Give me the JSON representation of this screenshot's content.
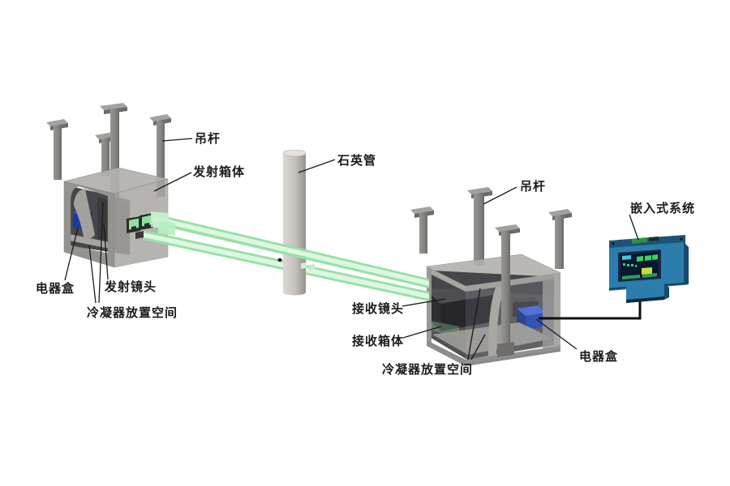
{
  "figure": {
    "kind": "3d-technical-illustration",
    "background": "#ffffff"
  },
  "labels": {
    "hanger_left": "吊杆",
    "transmitter_box": "发射箱体",
    "quartz_tube": "石英管",
    "electrical_box_left": "电器盒",
    "transmitter_lens": "发射镜头",
    "condenser_space_left": "冷凝器放置空间",
    "hanger_right": "吊杆",
    "embedded_system": "嵌入式系统",
    "receiver_lens": "接收镜头",
    "receiver_box": "接收箱体",
    "condenser_space_right": "冷凝器放置空间",
    "electrical_box_right": "电器盒"
  },
  "colors": {
    "beam_edge_green": "#95e2a4",
    "beam_core_green": "#dff6e1",
    "box_gray_top": "#b3b1ae",
    "box_gray_front": "#95938f",
    "box_gray_side": "#a9a7a4",
    "interior_dark": "#47474a",
    "electrical_box_blue": "#1c3a9e",
    "device_body_blue": "#2b7dac",
    "display_screen": "#0a1730",
    "display_digit_green": "#2fd862",
    "display_accent_yellow": "#c8dc3a",
    "display_accent_cyan": "#45c6d6",
    "quartz_tube_gray": "#c3c0bb",
    "wire_black": "#0e0e0e",
    "label_text": "#1a1a1a"
  }
}
